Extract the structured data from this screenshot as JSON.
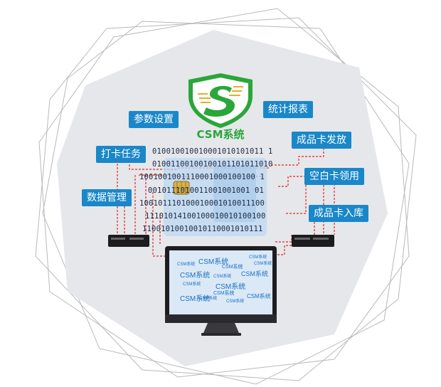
{
  "brand": {
    "name": "CSM系统"
  },
  "modules": {
    "params": "参数设置",
    "stats": "统计报表",
    "issue": "成品卡发放",
    "punch": "打卡任务",
    "blank": "空白卡领用",
    "data": "数据管理",
    "product": "成品卡入库"
  },
  "binary_lines": [
    "010010010010001010101011 1",
    "01001100100100101101011010",
    "1001001001110001000100100 1",
    "0010111010011001001001 01",
    "100101110100010001010011100",
    "11101014100100010010100100",
    "11001010010010110001010111"
  ],
  "screen_text": "CSM系统",
  "colors": {
    "label_bg": "#1a87c9",
    "brand_green": "#2aa63a",
    "dash_red": "#e0282c",
    "screen_bg": "#dbe9f7"
  }
}
